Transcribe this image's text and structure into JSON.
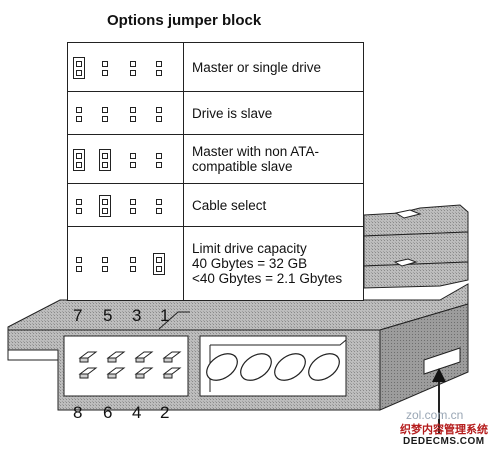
{
  "title": "Options jumper block",
  "rows": [
    {
      "label_lines": [
        "Master or single drive"
      ]
    },
    {
      "label_lines": [
        "Drive is slave"
      ]
    },
    {
      "label_lines": [
        "Master with non ATA-",
        "compatible slave"
      ]
    },
    {
      "label_lines": [
        "Cable select"
      ]
    },
    {
      "label_lines": [
        "Limit drive capacity",
        "40 Gbytes = 32 GB",
        "<40 Gbytes = 2.1 Gbytes"
      ]
    }
  ],
  "pin_numbers_top": [
    "7",
    "5",
    "3",
    "1"
  ],
  "pin_numbers_bottom": [
    "8",
    "6",
    "4",
    "2"
  ],
  "watermark": {
    "site": "zol.com.cn",
    "cn_text": "织梦内容管理系统",
    "domain": "DEDECMS.COM"
  }
}
